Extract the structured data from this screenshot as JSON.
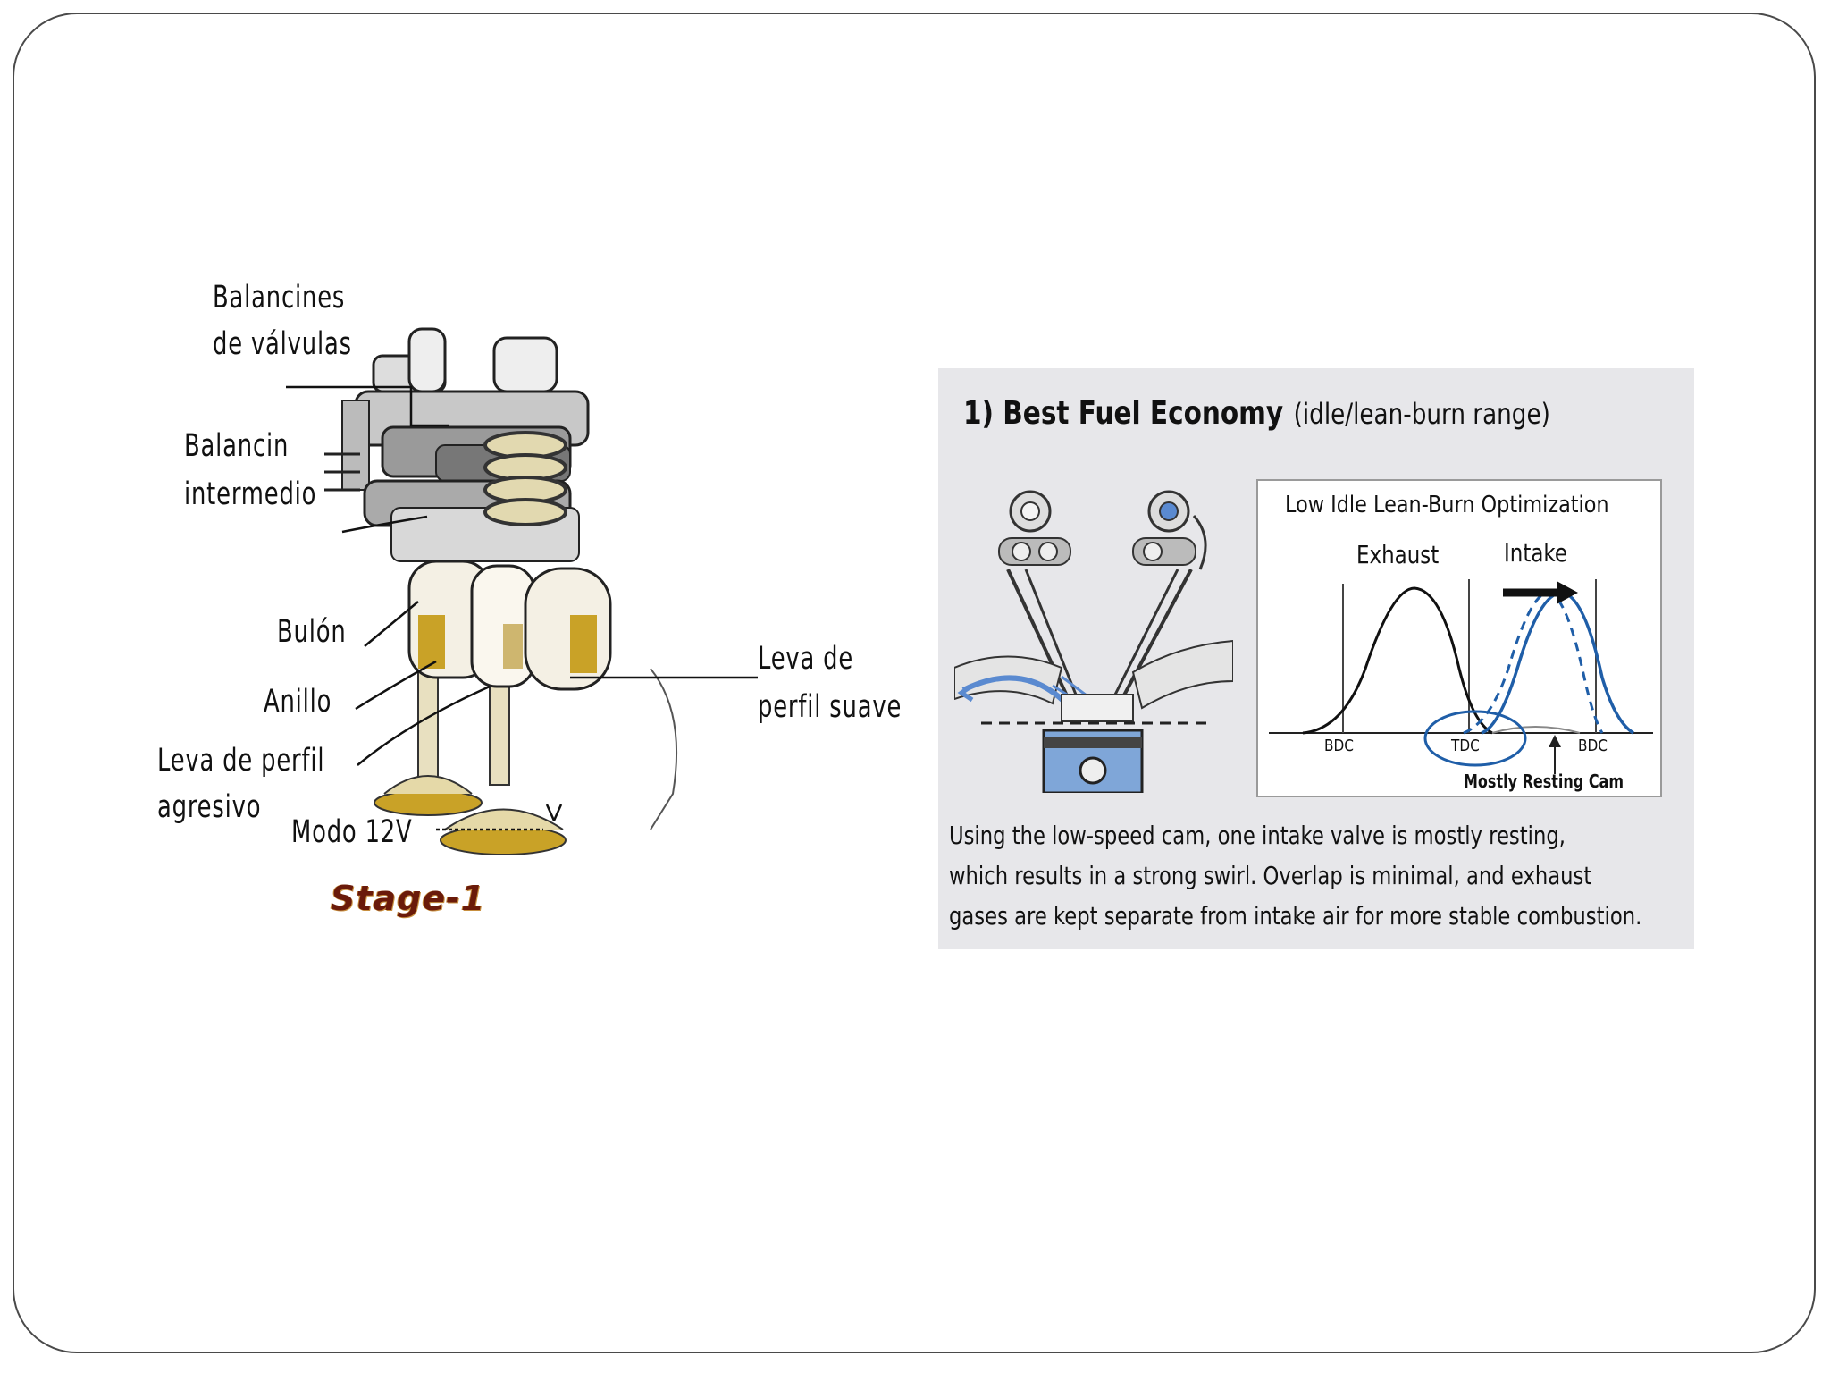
{
  "left_figure": {
    "labels": {
      "balancines_line1": "Balancines",
      "balancines_line2": "de válvulas",
      "balancin_line1": "Balancin",
      "balancin_line2": "intermedio",
      "bulon": "Bulón",
      "anillo": "Anillo",
      "leva_agresivo_line1": "Leva de perfil",
      "leva_agresivo_line2": "agresivo",
      "modo": "Modo 12V",
      "leva_suave_line1": "Leva de",
      "leva_suave_line2": "perfil suave"
    },
    "stage": "Stage-1"
  },
  "right_panel": {
    "title": "1) Best Fuel Economy",
    "subtitle": "(idle/lean-burn range)",
    "graph": {
      "title": "Low Idle Lean-Burn Optimization",
      "exhaust_label": "Exhaust",
      "intake_label": "Intake",
      "tick_bdc_left": "BDC",
      "tick_tdc": "TDC",
      "tick_bdc_right": "BDC",
      "note": "Mostly Resting Cam"
    },
    "caption": [
      "Using the low-speed cam, one intake valve is mostly resting,",
      "which results in a strong swirl.  Overlap is minimal, and exhaust",
      "gases are kept separate from intake air for more stable combustion."
    ]
  },
  "colors": {
    "frame": "#4a4a4a",
    "panel_bg": "#e7e7ea",
    "intake_curve": "#1f5ea8",
    "exhaust_curve": "#111111",
    "brass": "#c9a227",
    "stage_text": "#6a1a0a"
  }
}
